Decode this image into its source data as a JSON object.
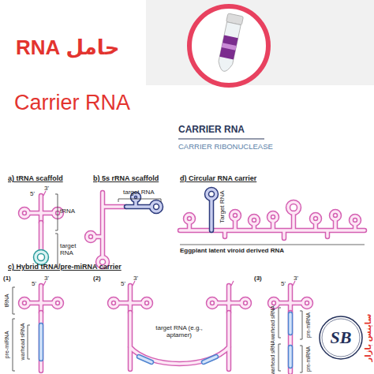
{
  "diagram": {
    "labels": [
      "حامل RNA",
      "Carrier RNA",
      "CARRIER RNA",
      "CARRIER RIBONUCLEASE",
      "a) tRNA scaffold",
      "3'",
      "5'",
      "tRNA",
      "target RNA",
      "b) 5s rRNA scaffold",
      "target RNA",
      "d) Circular RNA carrier",
      "Target RNA",
      "Eggplant latent viroid derived RNA",
      "c) Hybrid tRNA/pre-miRNA carrier",
      "(1)",
      "3'",
      "5'",
      "tRNA",
      "pre-miRNA",
      "warhead sRNA",
      "(2)",
      "3'",
      "5'",
      "target RNA (e.g., aptamer)",
      "(3)",
      "3'",
      "5'",
      "warhead sRNA",
      "pre-miRNA",
      "warhead sRNA",
      "pre-miRNA",
      "SB",
      "ساینس بازار"
    ]
  }
}
